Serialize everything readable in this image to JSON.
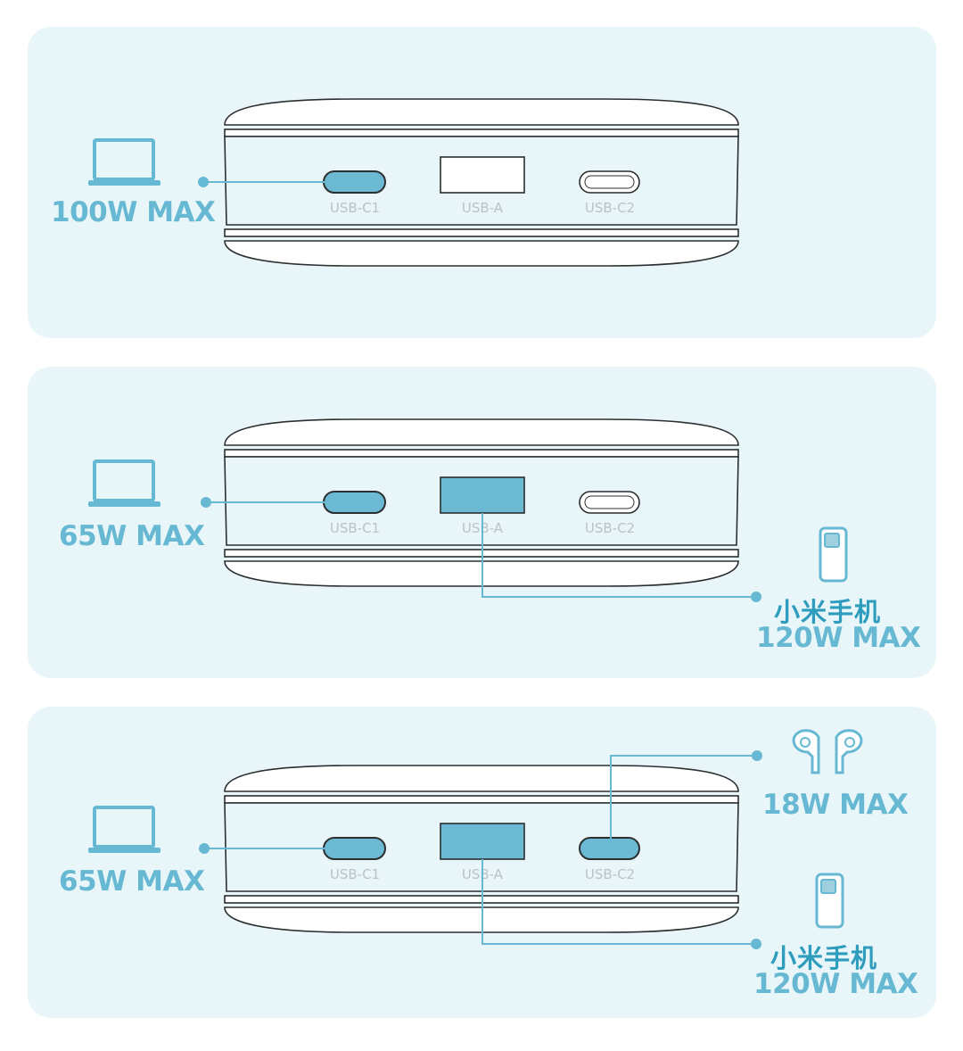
{
  "ports": {
    "c1": "USB-C1",
    "a": "USB-A",
    "c2": "USB-C2"
  },
  "scenarios": [
    {
      "laptop_power": "100W MAX"
    },
    {
      "laptop_power": "65W MAX",
      "phone_name": "小米手机",
      "phone_power": "120W MAX"
    },
    {
      "laptop_power": "65W MAX",
      "earbuds_power": "18W MAX",
      "phone_name": "小米手机",
      "phone_power": "120W MAX"
    }
  ],
  "colors": {
    "panel_bg": "#e9f6f9",
    "accent": "#67b8d2",
    "accent_dark": "#2d9cbd",
    "port_fill": "#6cb9d4",
    "outline": "#2b2f30"
  },
  "icons": [
    "laptop-icon",
    "phone-icon",
    "earbuds-icon"
  ]
}
